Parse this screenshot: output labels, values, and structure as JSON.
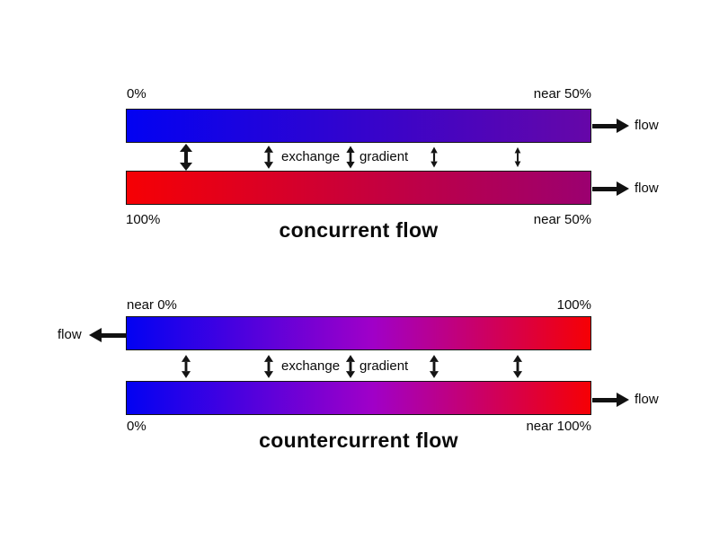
{
  "palette": {
    "blue_start": "#0202F2",
    "red_start": "#F60004",
    "violet_end": "#6606A8",
    "magenta_end": "#9B0070",
    "mid_purple": "#A000C8",
    "arrow_black": "#141414"
  },
  "concurrent": {
    "title": "concurrent flow",
    "exchange_label": "exchange",
    "gradient_label": "gradient",
    "arrow_scales": [
      1.0,
      0.72,
      0.66,
      0.54,
      0.48
    ],
    "top_bar": {
      "start_label": "0%",
      "end_label": "near 50%",
      "gradient": [
        "#0202F2 0%",
        "#6606A8 100%"
      ],
      "flow_label": "flow",
      "flow_direction": "right"
    },
    "bottom_bar": {
      "start_label": "100%",
      "end_label": "near 50%",
      "gradient": [
        "#F60004 0%",
        "#9B0070 100%"
      ],
      "flow_label": "flow",
      "flow_direction": "right"
    }
  },
  "countercurrent": {
    "title": "countercurrent flow",
    "exchange_label": "exchange",
    "gradient_label": "gradient",
    "arrow_scales": [
      0.72,
      0.72,
      0.72,
      0.72,
      0.72
    ],
    "top_bar": {
      "start_label": "near 0%",
      "end_label": "100%",
      "gradient": [
        "#0202F2 0%",
        "#A000C8 53%",
        "#F60004 100%"
      ],
      "flow_label": "flow",
      "flow_direction": "left"
    },
    "bottom_bar": {
      "start_label": "0%",
      "end_label": "near 100%",
      "gradient": [
        "#0202F2 0%",
        "#A000C8 53%",
        "#F60004 100%"
      ],
      "flow_label": "flow",
      "flow_direction": "right"
    }
  }
}
